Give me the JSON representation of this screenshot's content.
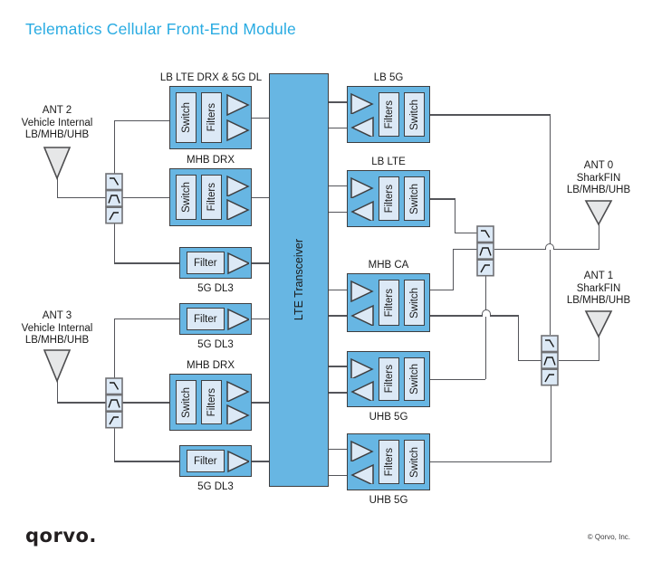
{
  "title": "Telematics Cellular Front-End Module",
  "parts": {
    "switch": "Switch",
    "filters": "Filters",
    "filter": "Filter"
  },
  "transceiver_label": "LTE Transceiver",
  "blocks": {
    "lb_lte_drx": "LB LTE DRX & 5G DL",
    "mhb_drx_1": "MHB DRX",
    "dl3_1": "5G DL3",
    "dl3_2": "5G DL3",
    "mhb_drx_2": "MHB DRX",
    "dl3_3": "5G DL3",
    "lb_5g": "LB 5G",
    "lb_lte": "LB LTE",
    "mhb_ca": "MHB CA",
    "uhb_5g_1": "UHB 5G",
    "uhb_5g_2": "UHB 5G"
  },
  "antennas": {
    "ant2": {
      "name": "ANT 2",
      "type": "Vehicle Internal",
      "bands": "LB/MHB/UHB"
    },
    "ant3": {
      "name": "ANT 3",
      "type": "Vehicle Internal",
      "bands": "LB/MHB/UHB"
    },
    "ant0": {
      "name": "ANT 0",
      "type": "SharkFIN",
      "bands": "LB/MHB/UHB"
    },
    "ant1": {
      "name": "ANT 1",
      "type": "SharkFIN",
      "bands": "LB/MHB/UHB"
    }
  },
  "footer": {
    "logo": "qorvo.",
    "copyright": "© Qorvo, Inc."
  },
  "colors": {
    "accent": "#29ABE2",
    "block_fill": "#67B6E3",
    "inner_fill": "#DCE9F6",
    "wire": "#54555A"
  }
}
